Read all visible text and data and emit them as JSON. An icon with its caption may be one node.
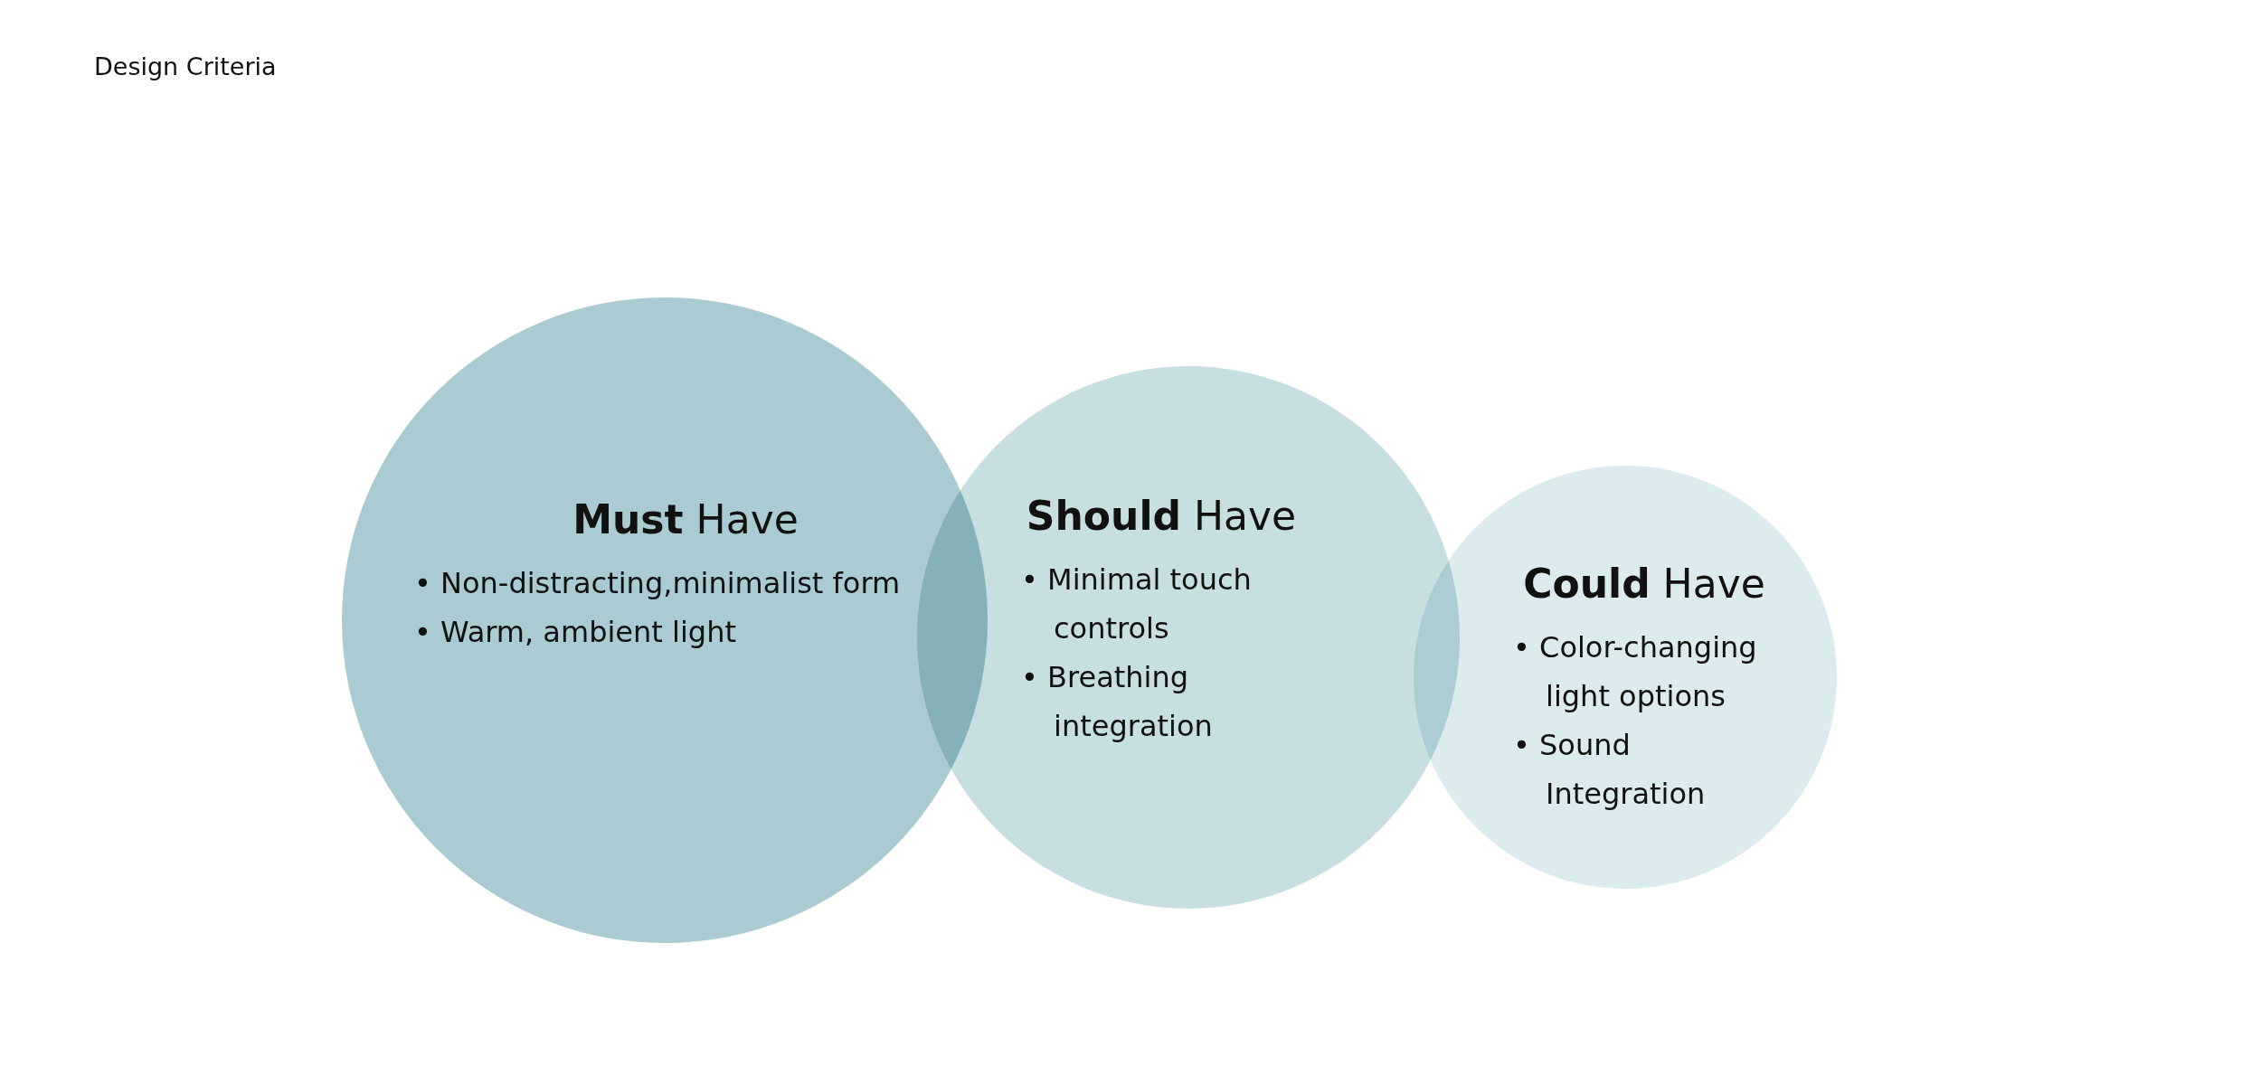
{
  "diagram": {
    "title": "Design Criteria",
    "nodes": [
      {
        "text": [
          "**Must** Have",
          "• Non-distracting,minimalist form",
          "• Warm, ambient light"
        ]
      },
      {
        "text": [
          "**Should** Have",
          "• Minimal touch controls",
          "• Breathing integration"
        ]
      },
      {
        "text": [
          "**Could** Have",
          "• Color-changing light options",
          "• Sound Integration"
        ]
      }
    ],
    "edges": []
  }
}
